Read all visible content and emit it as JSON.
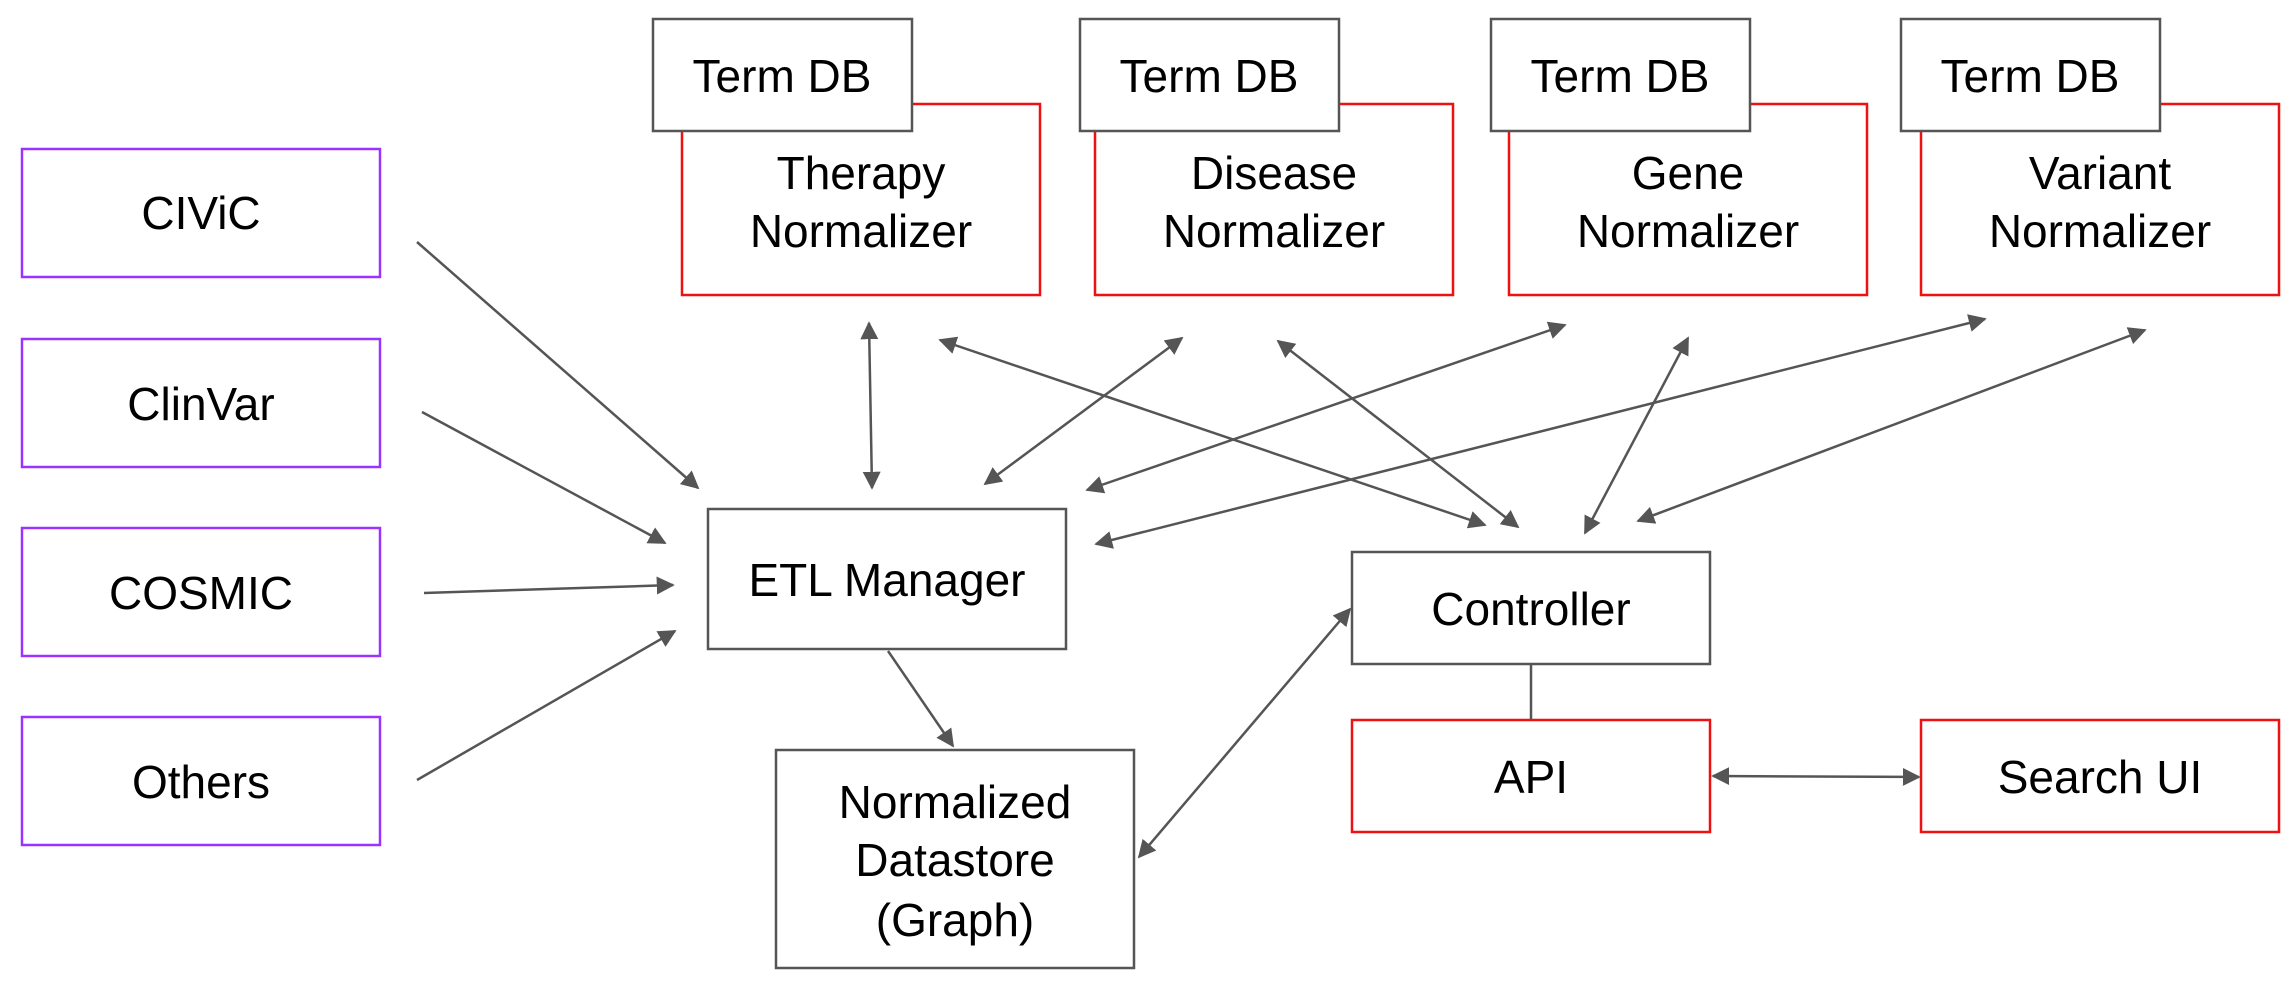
{
  "colors": {
    "source_border": "#9933ff",
    "normalizer_border": "#ee1111",
    "neutral_border": "#555555",
    "arrow": "#555555"
  },
  "sources": [
    {
      "label": "CIViC"
    },
    {
      "label": "ClinVar"
    },
    {
      "label": "COSMIC"
    },
    {
      "label": "Others"
    }
  ],
  "term_db_label": "Term DB",
  "normalizers": [
    {
      "line1": "Therapy",
      "line2": "Normalizer"
    },
    {
      "line1": "Disease",
      "line2": "Normalizer"
    },
    {
      "line1": "Gene",
      "line2": "Normalizer"
    },
    {
      "line1": "Variant",
      "line2": "Normalizer"
    }
  ],
  "etl_manager": {
    "label": "ETL Manager"
  },
  "datastore": {
    "line1": "Normalized",
    "line2": "Datastore",
    "line3": "(Graph)"
  },
  "controller": {
    "label": "Controller"
  },
  "api": {
    "label": "API"
  },
  "search_ui": {
    "label": "Search UI"
  }
}
